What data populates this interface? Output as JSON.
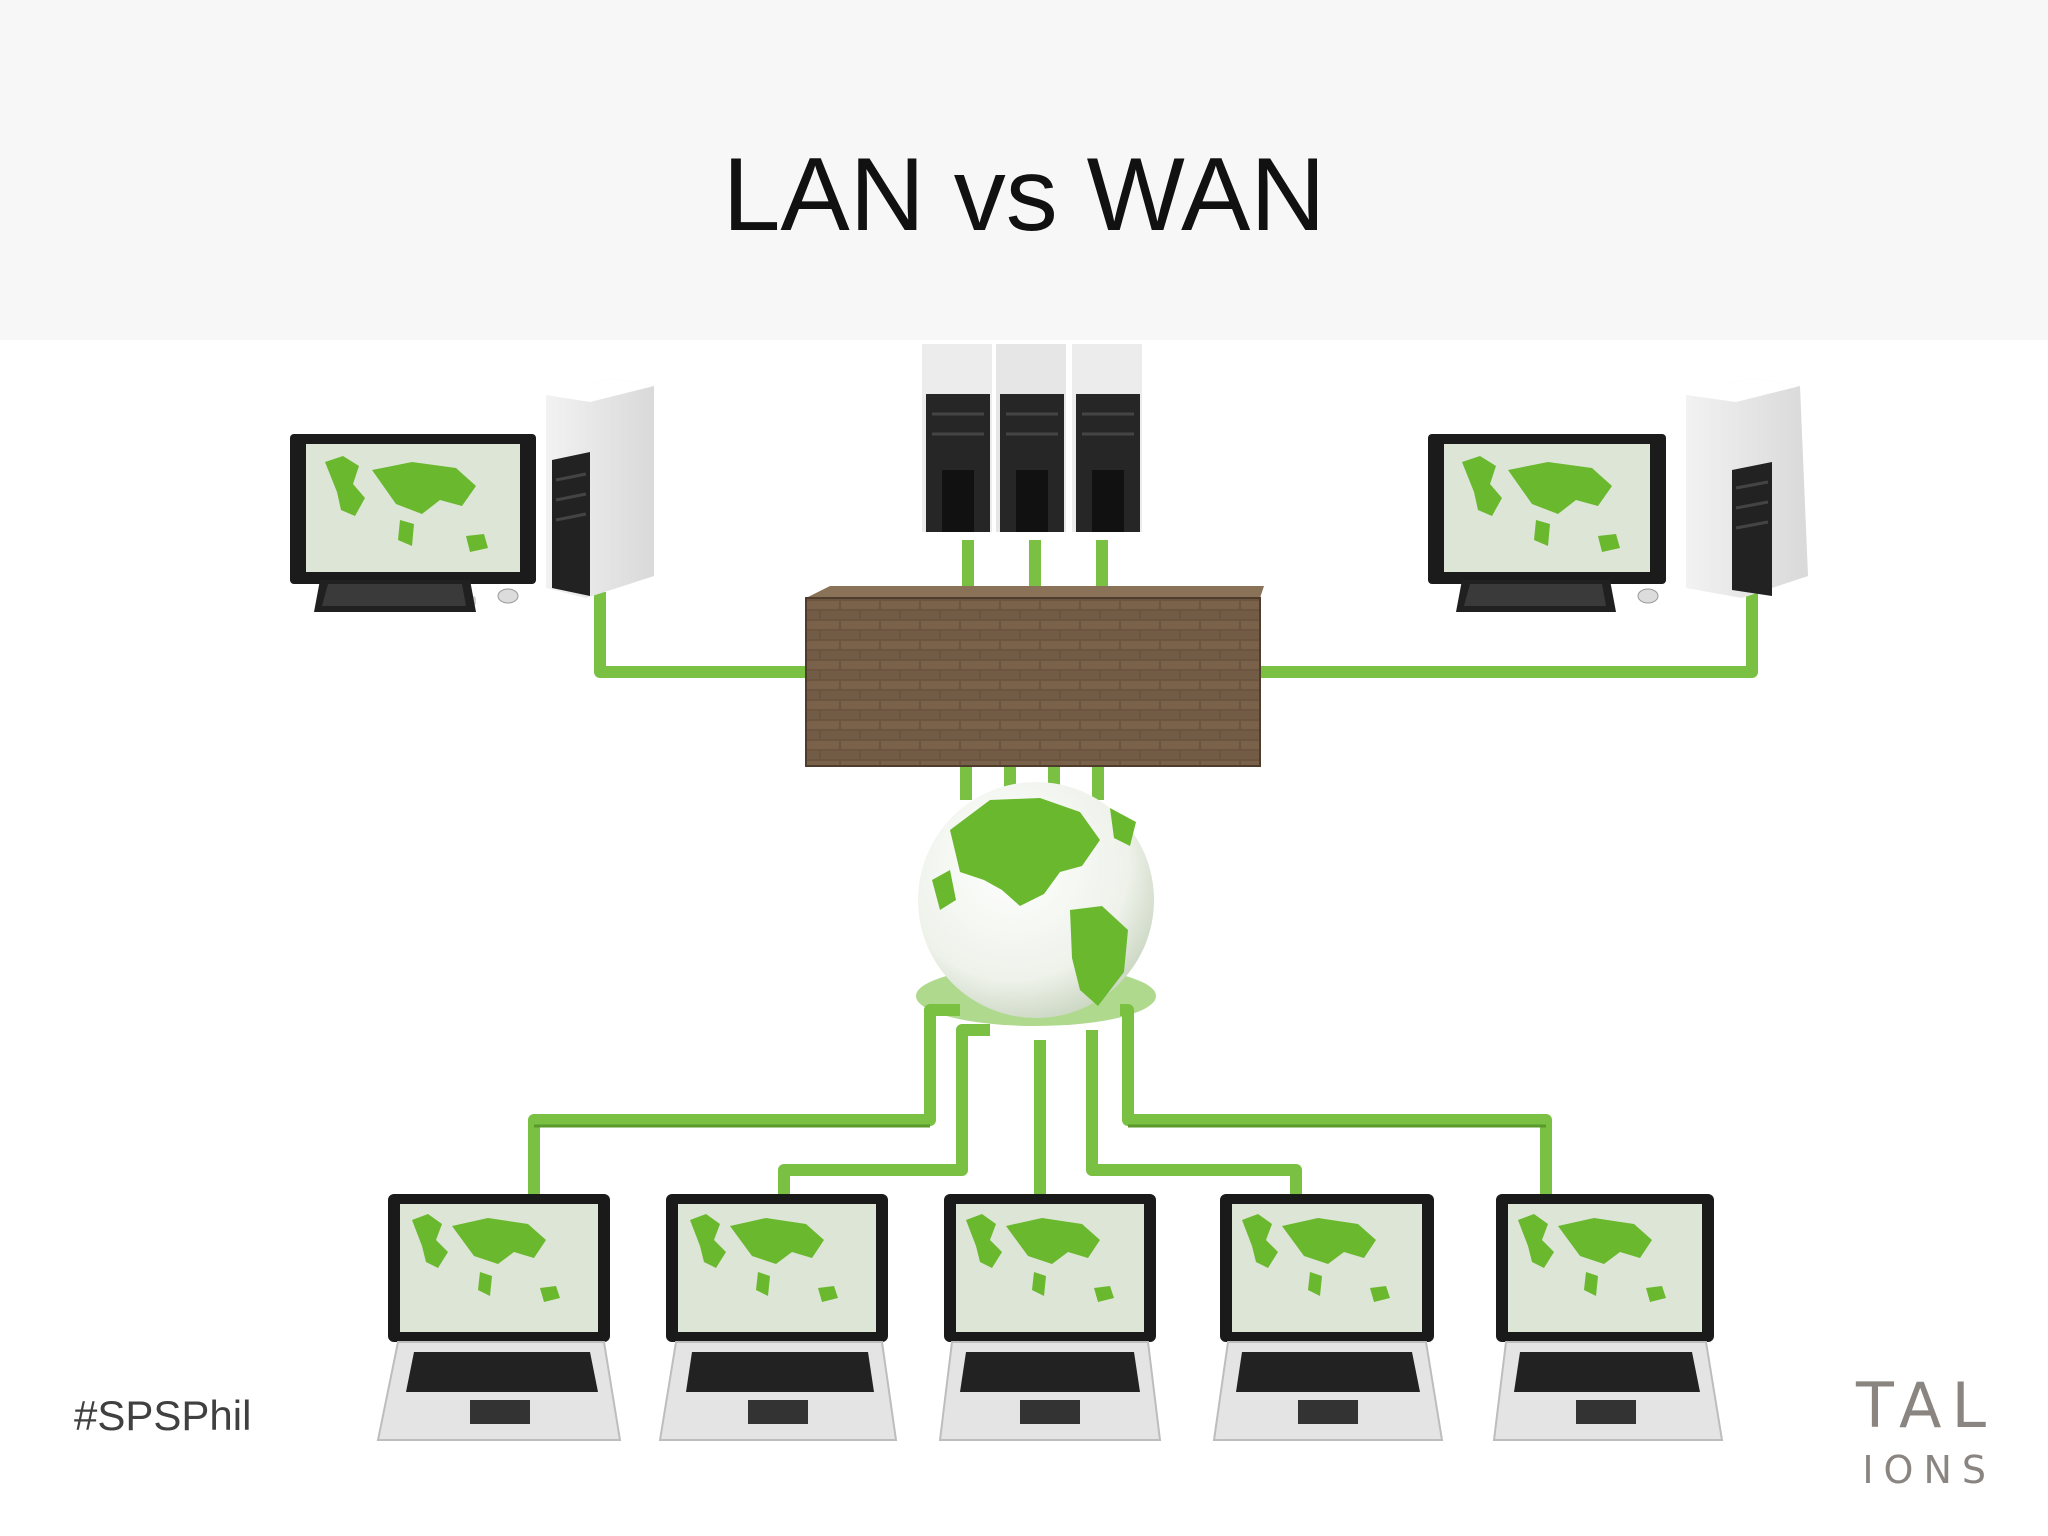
{
  "slide": {
    "title": "LAN vs WAN",
    "hashtag": "#SPSPhil",
    "logo_line1": "TAL",
    "logo_line2": "IONS"
  },
  "diagram": {
    "nodes": [
      "desktop-left",
      "server-rack",
      "desktop-right",
      "firewall",
      "globe",
      "laptop-1",
      "laptop-2",
      "laptop-3",
      "laptop-4",
      "laptop-5"
    ],
    "cable_color": "#7ac143",
    "wall_color": "#6b5540",
    "globe_land_color": "#6ab82e"
  }
}
